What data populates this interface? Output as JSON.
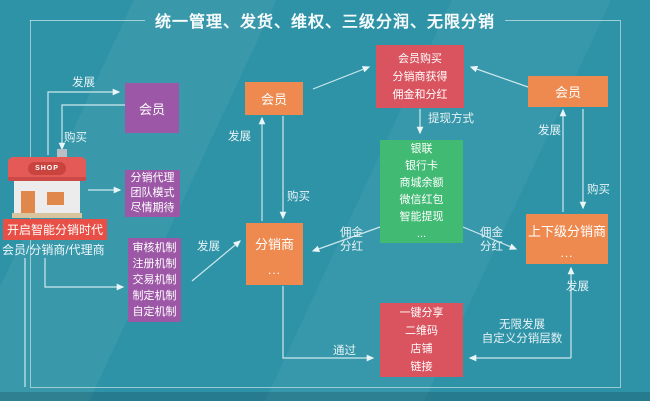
{
  "title": "统一管理、发货、维权、三级分润、无限分销",
  "shop": {
    "sign_text": "SHOP",
    "banner": "开启智能分销时代",
    "subtitle": "会员/分销商/代理商"
  },
  "boxes": {
    "member_left": "会员",
    "agent_items": [
      "分销代理",
      "团队模式",
      "尽情期待"
    ],
    "mechanism_items": [
      "审核机制",
      "注册机制",
      "交易机制",
      "制定机制",
      "自定机制"
    ],
    "member_center": "会员",
    "purchase_items": [
      "会员购买",
      "分销商获得",
      "佣金和分红"
    ],
    "withdraw_items": [
      "银联",
      "银行卡",
      "商城余额",
      "微信红包",
      "智能提现",
      "..."
    ],
    "distributor": "分销商",
    "distributor_more": "...",
    "member_right": "会员",
    "upper_lower": "上下级分销商",
    "upper_lower_more": "...",
    "share_items": [
      "一键分享",
      "二维码",
      "店铺",
      "链接"
    ]
  },
  "labels": {
    "develop": "发展",
    "buy": "购买",
    "withdraw_method": "提现方式",
    "commission": [
      "佣金",
      "分红"
    ],
    "pass": "通过",
    "unlimited": [
      "无限发展",
      "自定义分销层数"
    ]
  },
  "colors": {
    "background": "#2f93a7",
    "purple": "#9c58a6",
    "orange": "#ee8a4f",
    "red": "#d9545f",
    "green": "#41ba74",
    "banner_red": "#e84f46",
    "line": "#e9f6f8",
    "title_text": "#f7fbfc"
  }
}
